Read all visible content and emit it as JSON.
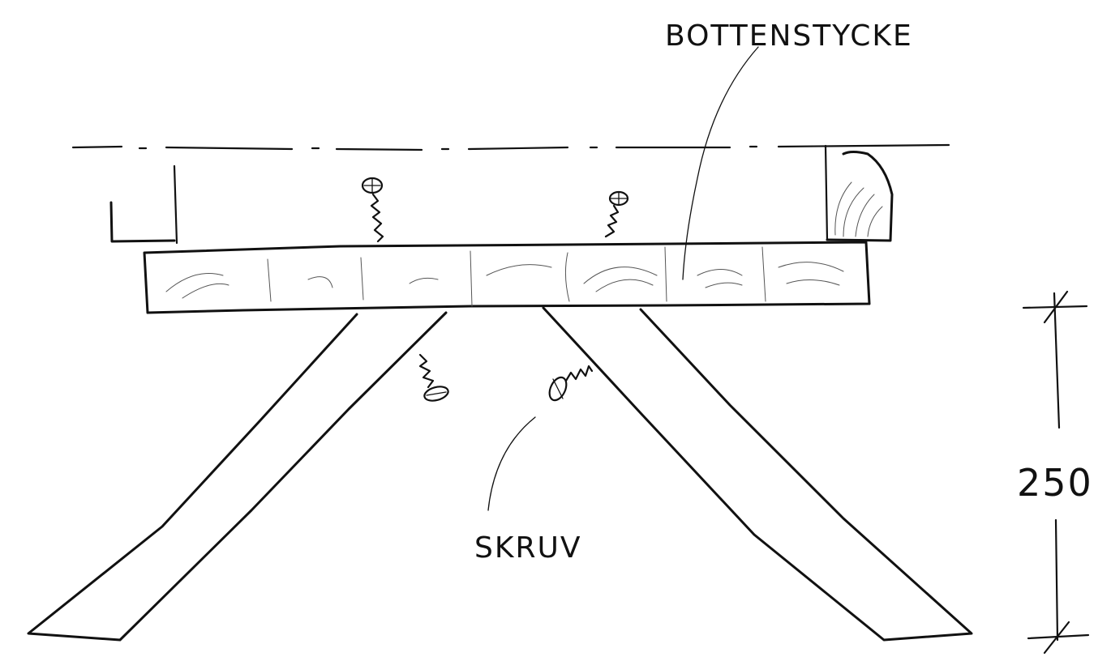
{
  "labels": {
    "bottom_piece": "BOTTENSTYCKE",
    "screw": "SKRUV",
    "dimension": "250"
  },
  "colors": {
    "ink": "#111111",
    "paper": "#ffffff"
  }
}
